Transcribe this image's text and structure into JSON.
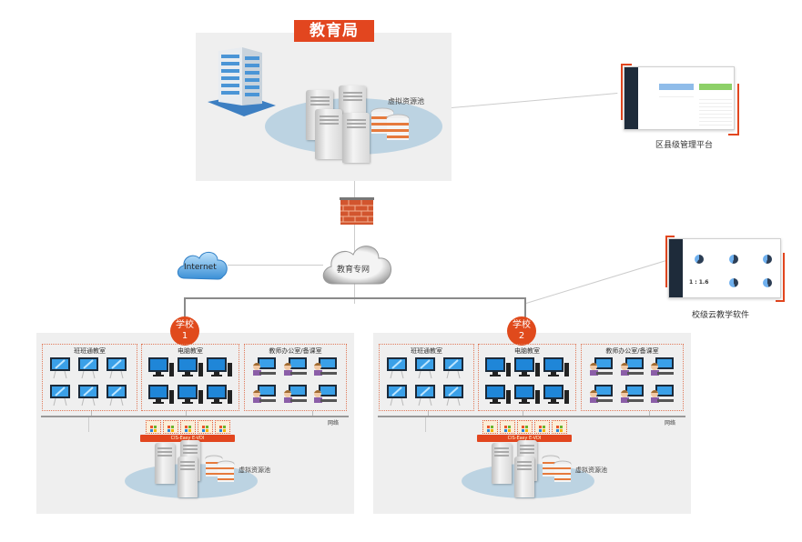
{
  "bureau": {
    "title": "教育局",
    "resource_pool_label": "虚拟资源池"
  },
  "district_platform": {
    "label": "区县级管理平台"
  },
  "school_cloud_software": {
    "label": "校级云教学软件",
    "ratio_text": "1 : 1.6"
  },
  "network": {
    "internet_label": "Internet",
    "edu_network_label": "教育专网"
  },
  "schools": [
    {
      "badge_line1": "学校",
      "badge_line2": "1",
      "rooms": [
        "班班通教室",
        "电脑教室",
        "教师办公室/备课室"
      ],
      "network_label": "网络",
      "vdi_label": "CIS-Easy E-VDI",
      "resource_pool_label": "虚拟资源池"
    },
    {
      "badge_line1": "学校",
      "badge_line2": "2",
      "rooms": [
        "班班通教室",
        "电脑教室",
        "教师办公室/备课室"
      ],
      "network_label": "网络",
      "vdi_label": "CIS-Easy E-VDI",
      "resource_pool_label": "虚拟资源池"
    }
  ],
  "colors": {
    "accent": "#e2461f",
    "panel": "#efefef",
    "pool": "#bcd3e2"
  }
}
